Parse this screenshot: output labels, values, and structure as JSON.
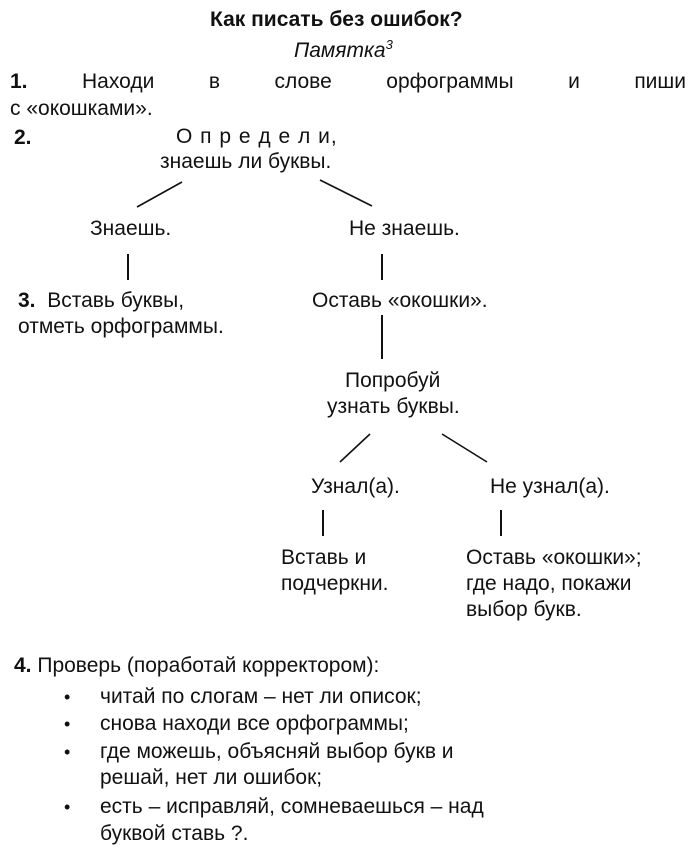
{
  "title": "Как писать без ошибок?",
  "subtitle": "Памятка",
  "subtitle_sup": "3",
  "step1": {
    "num": "1.",
    "words": [
      "Находи",
      "в",
      "слове",
      "орфограммы",
      "и",
      "пиши"
    ],
    "line2": "с «окошками»."
  },
  "step2": {
    "num": "2.",
    "line1": "О п р е д е л и,",
    "line2": "знаешь ли буквы."
  },
  "branch_know": "Знаешь.",
  "branch_dont_know": "Не знаешь.",
  "step3": {
    "num": "3.",
    "line1": "Вставь буквы,",
    "line2": "отметь орфограммы."
  },
  "leave_windows": "Оставь «окошки».",
  "try_find": {
    "line1": "Попробуй",
    "line2": "узнать буквы."
  },
  "found": "Узнал(а).",
  "not_found": "Не узнал(а).",
  "insert_underline": {
    "line1": "Вставь и",
    "line2": "подчеркни."
  },
  "leave_show": {
    "line1": "Оставь «окошки»;",
    "line2": "где надо, покажи",
    "line3": "выбор букв."
  },
  "step4": {
    "num": "4.",
    "text": "Проверь (поработай корректором):",
    "bullet_glyph": "•",
    "items": [
      {
        "line1": "читай по слогам – нет ли описок;"
      },
      {
        "line1": "снова находи все орфограммы;"
      },
      {
        "line1": "где можешь, объясняй выбор букв и",
        "line2": "решай, нет ли ошибок;"
      },
      {
        "line1": "есть – исправляй, сомневаешься – над",
        "line2": "буквой ставь ?."
      }
    ]
  }
}
